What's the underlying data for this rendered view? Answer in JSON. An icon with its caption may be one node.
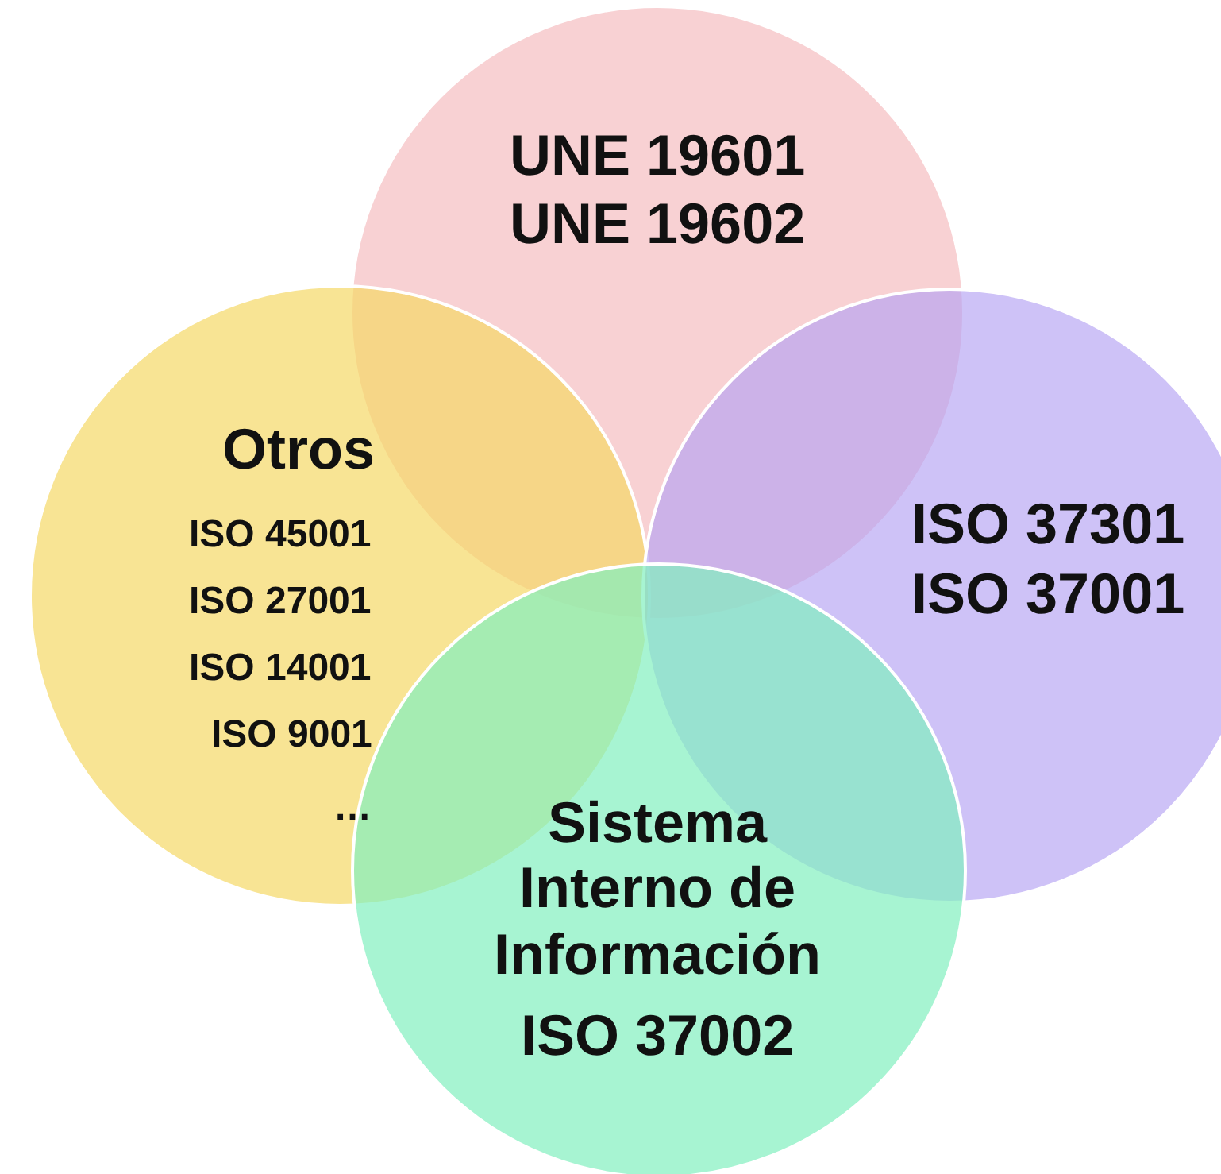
{
  "diagram": {
    "nodes": [
      {
        "text": [
          "UNE 19601",
          "UNE 19602"
        ]
      },
      {
        "text": [
          "Otros",
          "ISO 45001",
          "ISO 27001",
          "ISO 14001",
          "ISO 9001",
          "…"
        ]
      },
      {
        "text": [
          "ISO 37301",
          "ISO 37001"
        ]
      },
      {
        "text": [
          "Sistema Interno de Información",
          "ISO 37002"
        ]
      }
    ],
    "edges": []
  }
}
